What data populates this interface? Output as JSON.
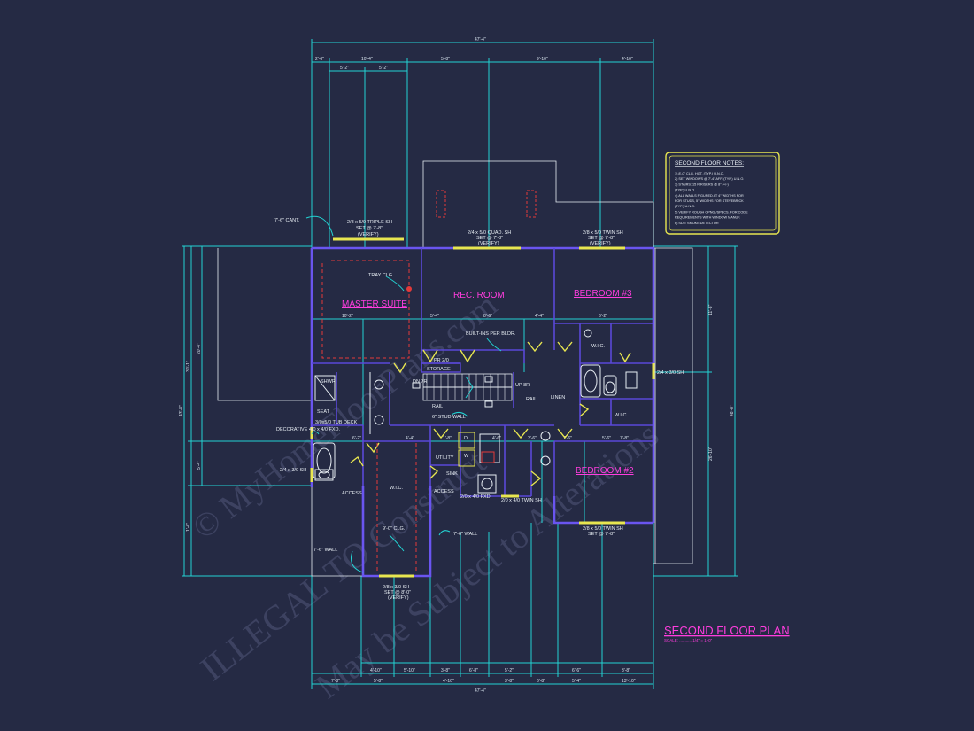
{
  "rooms": {
    "master_suite": "MASTER SUITE",
    "rec_room": "REC. ROOM",
    "bedroom3": "BEDROOM #3",
    "bedroom2": "BEDROOM #2"
  },
  "labels": {
    "tray_clg": "TRAY CLG.",
    "storage": "STORAGE",
    "pr24": "PR 2/0",
    "built_ins": "BUILT-INS PER BLDR.",
    "linen": "LINEN",
    "utility": "UTILITY",
    "sink": "SINK",
    "wic_master": "W.I.C.",
    "wic_b3": "W.I.C.",
    "wic_b2": "W.I.C.",
    "access1": "ACCESS",
    "access2": "ACCESS",
    "rail1": "RAIL",
    "rail2": "RAIL",
    "stud_wall": "6\" STUD WALL",
    "seat": "SEAT",
    "shwr": "SHWR",
    "tub_deck": "3/0x5/0 TUB DECK",
    "decorative": "DECORATIVE 4/0 x 4/0 FXD.",
    "cant": "7'-6\" CANT.",
    "clg_98": "9'-0\" CLG.",
    "wall_7_6_a": "7'-6\" WALL",
    "wall_7_6_b": "7'-6\" WALL",
    "dn": "DN 7R",
    "up": "UP 8R",
    "d": "D",
    "w": "W",
    "sh_24_30": "2/4 x 3/0 SH",
    "sh_24_30_b": "2/4 x 3/0 SH",
    "fxd_20_40": "2/0 x 4/0 FXD.",
    "twin_24_40": "2/0 x 4/0 TWIN SH",
    "win_master_top": "2/8 x 5/0 TRIPLE SH",
    "win_master_top2": "SET @ 7'-8\"",
    "win_master_top3": "(VERIFY)",
    "win_rec_top": "2/4 x 5/0 QUAD. SH",
    "win_rec_top2": "SET @ 7'-8\"",
    "win_rec_top3": "(VERIFY)",
    "win_b3_top": "2/8 x 5/0 TWIN SH",
    "win_b3_top2": "SET @ 7'-8\"",
    "win_b3_top3": "(VERIFY)",
    "win_b2_bot": "2/8 x 5/0 TWIN SH",
    "win_b2_bot2": "SET @ 7'-8\"",
    "win_wic_bot": "2/8 x 3/0 SH",
    "win_wic_bot2": "SET @ 8'-0\"",
    "win_wic_bot3": "(VERIFY)"
  },
  "notes": {
    "title": "SECOND FLOOR NOTES:",
    "items": [
      "1) 8'-0\" CLG. HGT. (TYP.) U.N.O.",
      "2) SET WINDOWS @ 7'-4\" AFF. (TYP.) U.N.O.",
      "3) STAIRS: 15 R RISERS @ 8\" (+/-)",
      "   (TYP.) U.N.O.",
      "4) ALL WALLS FIGURED AT 4\" WIDTHS FOR",
      "   FOR STUDS, 5\" WIDTHS FOR STEVEBRICK",
      "   (TYP.) U.N.O.",
      "5) VERIFY ROUGH OPNG./SPECS. FOR CODE",
      "   REQUIREMENTS WITH WINDOW MANUF.",
      "6) SD = SMOKE DETECTOR"
    ]
  },
  "title_block": {
    "title": "SECOND FLOOR PLAN",
    "scale": "SCALE: ............1/4\" = 1'-0\""
  },
  "watermark": {
    "line1": "© MyHomeFloorPlans.com",
    "line2": "ILLEGAL TO Construct",
    "line3": "May be Subject to Alterations"
  },
  "dims": {
    "overall_top": "47'-4\"",
    "overall_bot": "47'-4\"",
    "top_row": [
      "2'-6\"",
      "10'-4\"",
      "5'-8\"",
      "9'-10\"",
      "4'-10\""
    ],
    "top_row2": [
      "5'-2\"",
      "5'-2\""
    ],
    "bot_row1": [
      "7'-8\"",
      "5'-8\"",
      "4'-10\"",
      "3'-8\"",
      "6'-8\"",
      "5'-4\"",
      "13'-10\""
    ],
    "bot_row2": [
      "4'-10\"",
      "5'-10\"",
      "3'-8\"",
      "6'-8\"",
      "5'-2\"",
      "6'-6\"",
      "3'-8\""
    ],
    "left": [
      "30'-1\"",
      "20'-4\"",
      "43'-8\"",
      "5'-4\"",
      "1'-4\""
    ],
    "right": [
      "11'-8\"",
      "48'-8\"",
      "26'-10\""
    ],
    "inner": [
      "10'-2\"",
      "5'-4\"",
      "8'-6\"",
      "4'-4\"",
      "6'-2\"",
      "6'-2\"",
      "1'-8\"",
      "3'-6\"",
      "7'-6\"",
      "7'-8\"",
      "4'-4\"",
      "4'-6\"",
      "5'-6\""
    ]
  }
}
